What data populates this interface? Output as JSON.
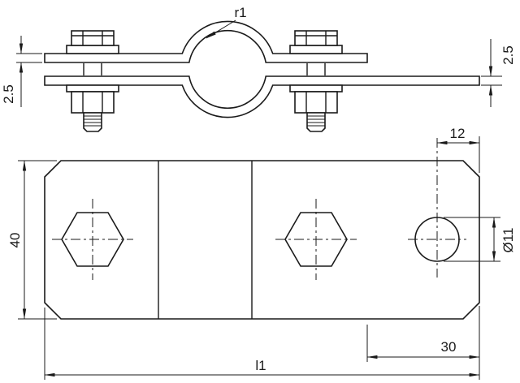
{
  "colors": {
    "background": "#ffffff",
    "line": "#1a1a1a"
  },
  "views": {
    "side_view": {
      "labels": {
        "radius": "r1",
        "upper_plate_thickness": "2.5",
        "lower_plate_thickness": "2.5"
      }
    },
    "plan_view": {
      "labels": {
        "plate_width": "40",
        "hole_center_to_edge": "12",
        "hole_diameter": "Ø11",
        "strap_to_edge": "30",
        "overall_length": "l1"
      }
    }
  }
}
